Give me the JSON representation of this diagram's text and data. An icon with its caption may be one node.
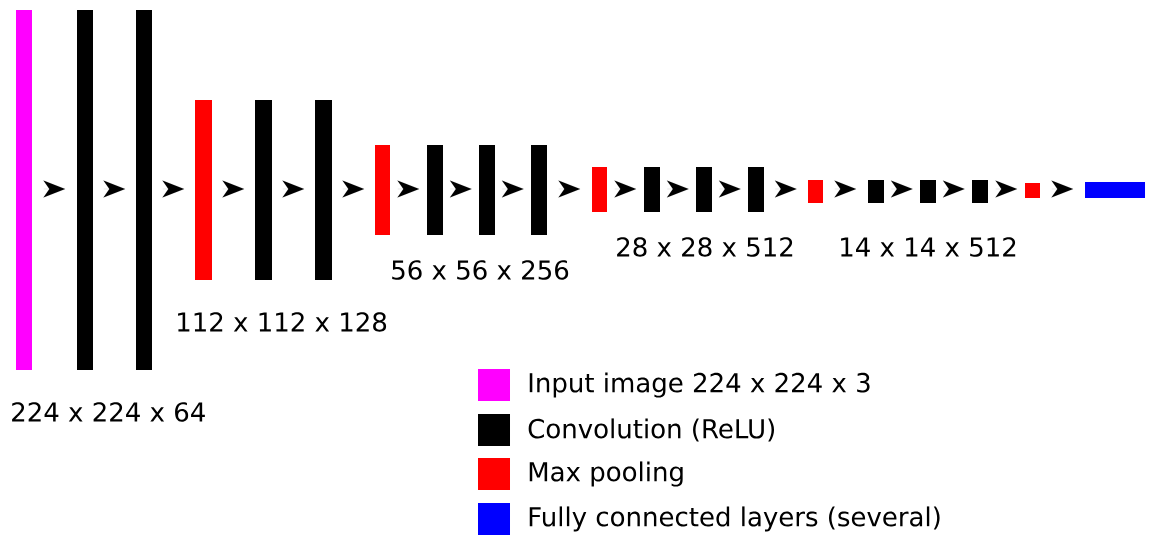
{
  "diagram": {
    "nodes": [
      {
        "text": [],
        "shape": "bar"
      },
      {
        "text": [],
        "shape": "bar"
      },
      {
        "text": [],
        "shape": "bar"
      },
      {
        "text": [],
        "shape": "bar"
      },
      {
        "text": [],
        "shape": "bar"
      },
      {
        "text": [],
        "shape": "bar"
      },
      {
        "text": [],
        "shape": "bar"
      },
      {
        "text": [],
        "shape": "bar"
      },
      {
        "text": [],
        "shape": "bar"
      },
      {
        "text": [],
        "shape": "bar"
      },
      {
        "text": [],
        "shape": "bar"
      },
      {
        "text": [],
        "shape": "bar"
      },
      {
        "text": [],
        "shape": "bar"
      },
      {
        "text": [],
        "shape": "bar"
      },
      {
        "text": [],
        "shape": "bar"
      },
      {
        "text": [],
        "shape": "bar"
      },
      {
        "text": [],
        "shape": "bar"
      },
      {
        "text": [],
        "shape": "bar"
      },
      {
        "text": [],
        "shape": "bar"
      },
      {
        "text": [],
        "shape": "bar"
      }
    ],
    "edges": [
      {
        "from": 0,
        "to": 1,
        "arrow": "to"
      },
      {
        "from": 1,
        "to": 2,
        "arrow": "to"
      },
      {
        "from": 2,
        "to": 3,
        "arrow": "to"
      },
      {
        "from": 3,
        "to": 4,
        "arrow": "to"
      },
      {
        "from": 4,
        "to": 5,
        "arrow": "to"
      },
      {
        "from": 5,
        "to": 6,
        "arrow": "to"
      },
      {
        "from": 6,
        "to": 7,
        "arrow": "to"
      },
      {
        "from": 7,
        "to": 8,
        "arrow": "to"
      },
      {
        "from": 8,
        "to": 9,
        "arrow": "to"
      },
      {
        "from": 9,
        "to": 10,
        "arrow": "to"
      },
      {
        "from": 10,
        "to": 11,
        "arrow": "to"
      },
      {
        "from": 11,
        "to": 12,
        "arrow": "to"
      },
      {
        "from": 12,
        "to": 13,
        "arrow": "to"
      },
      {
        "from": 13,
        "to": 14,
        "arrow": "to"
      },
      {
        "from": 14,
        "to": 15,
        "arrow": "to"
      },
      {
        "from": 15,
        "to": 16,
        "arrow": "to"
      },
      {
        "from": 16,
        "to": 17,
        "arrow": "to"
      },
      {
        "from": 17,
        "to": 18,
        "arrow": "to"
      },
      {
        "from": 18,
        "to": 19,
        "arrow": "to"
      }
    ],
    "labels": [
      "224 x 224 x 64",
      "112 x 112 x 128",
      "56 x 56 x 256",
      "28 x 28 x 512",
      "14 x 14 x 512"
    ],
    "legend": [
      {
        "text": "Input image 224 x 224 x 3",
        "color": "#ff00ff"
      },
      {
        "text": "Convolution (ReLU)",
        "color": "#000000"
      },
      {
        "text": "Max pooling",
        "color": "#ff0000"
      },
      {
        "text": "Fully connected layers (several)",
        "color": "#0000ff"
      }
    ]
  }
}
